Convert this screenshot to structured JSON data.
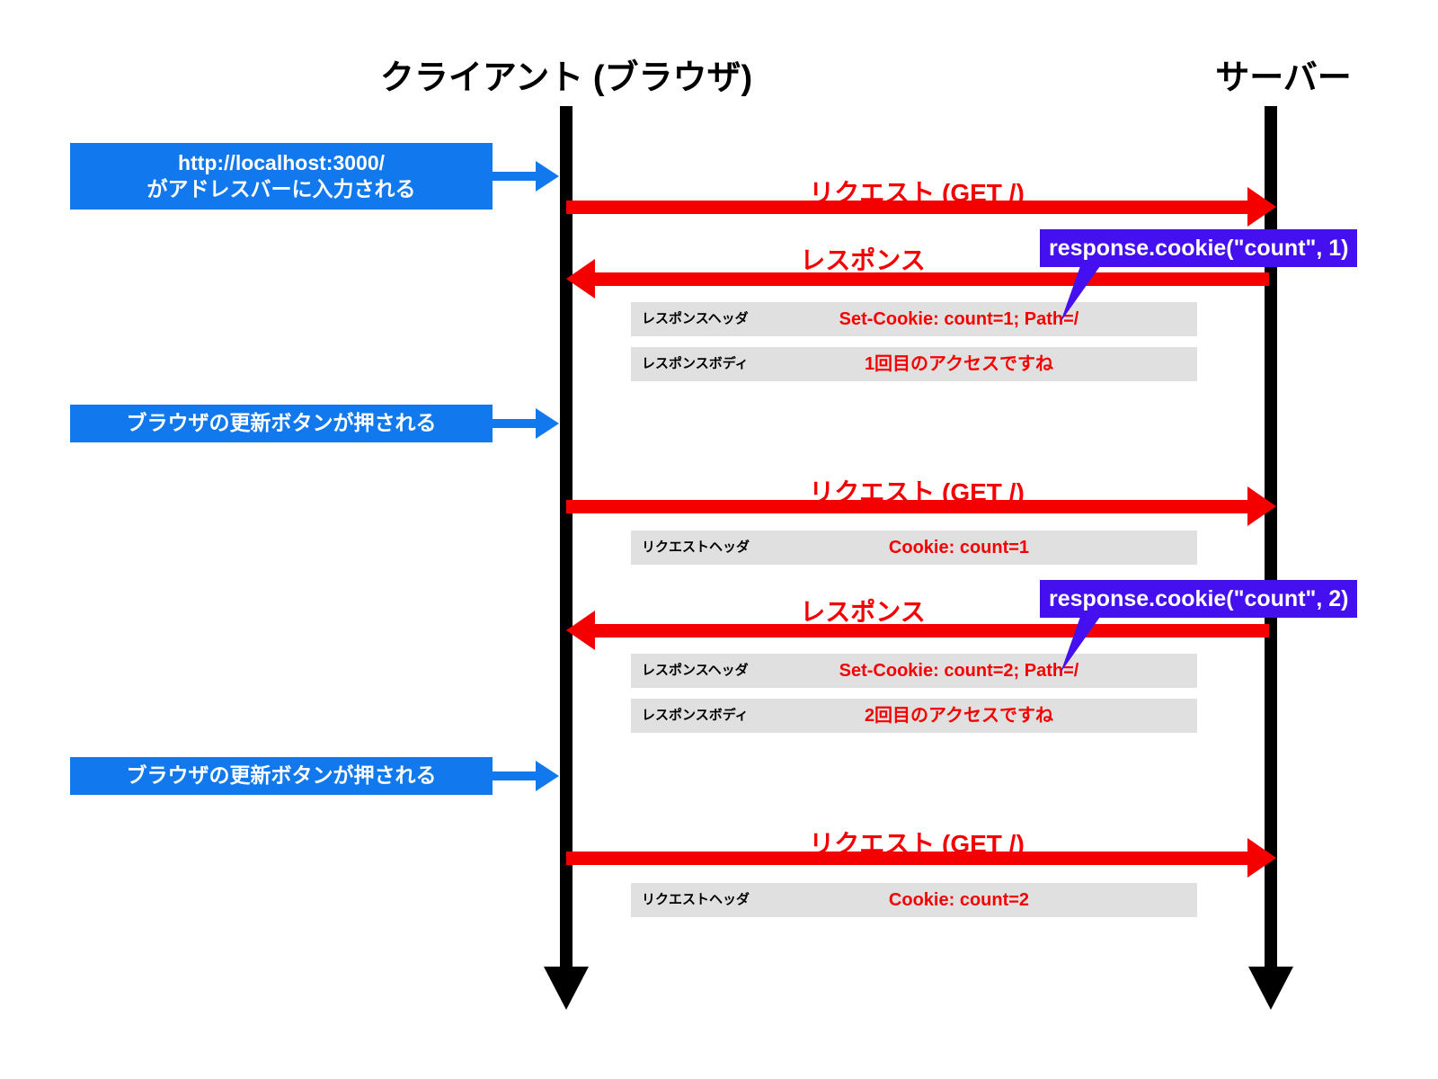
{
  "diagram": {
    "title_client": "クライアント (ブラウザ)",
    "title_server": "サーバー",
    "colors": {
      "blue": "#1178EE",
      "red": "#F40000",
      "purple": "#4410F0",
      "gray_row": "#E0E0E0",
      "lifeline": "#000000"
    }
  },
  "blue_notes": [
    {
      "line1": "http://localhost:3000/",
      "line2": "がアドレスバーに入力される"
    },
    {
      "line1": "ブラウザの更新ボタンが押される",
      "line2": ""
    },
    {
      "line1": "ブラウザの更新ボタンが押される",
      "line2": ""
    }
  ],
  "messages": [
    {
      "label": "リクエスト (GET /)",
      "direction": "client-to-server"
    },
    {
      "label": "レスポンス",
      "direction": "server-to-client"
    },
    {
      "label": "リクエスト (GET /)",
      "direction": "client-to-server"
    },
    {
      "label": "レスポンス",
      "direction": "server-to-client"
    },
    {
      "label": "リクエスト (GET /)",
      "direction": "client-to-server"
    }
  ],
  "details": [
    {
      "label": "レスポンスヘッダ",
      "value": "Set-Cookie: count=1; Path=/"
    },
    {
      "label": "レスポンスボディ",
      "value": "1回目のアクセスですね"
    },
    {
      "label": "リクエストヘッダ",
      "value": "Cookie: count=1"
    },
    {
      "label": "レスポンスヘッダ",
      "value": "Set-Cookie: count=2; Path=/"
    },
    {
      "label": "レスポンスボディ",
      "value": "2回目のアクセスですね"
    },
    {
      "label": "リクエストヘッダ",
      "value": "Cookie: count=2"
    }
  ],
  "callouts": [
    {
      "text": "response.cookie(\"count\", 1)"
    },
    {
      "text": "response.cookie(\"count\", 2)"
    }
  ]
}
